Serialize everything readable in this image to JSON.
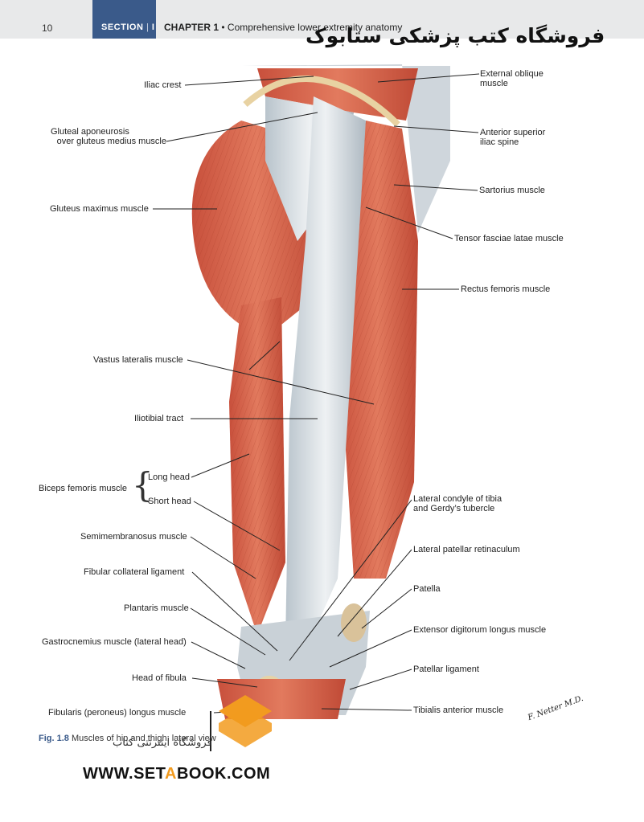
{
  "header": {
    "page_number": "10",
    "section": "SECTION",
    "section_numeral": "I",
    "chapter": "CHAPTER 1",
    "bullet": "•",
    "chapter_title": "Comprehensive lower extremity anatomy"
  },
  "watermark": {
    "top_text": "فروشگاه کتب پزشکی ستابوک",
    "logo_sub": "فروشگاه اینترنتی کتاب",
    "url_pre": "WWW.SET",
    "url_accent": "A",
    "url_post": "BOOK.COM"
  },
  "labels_left": {
    "iliac_crest": "Iliac crest",
    "gluteal_aponeurosis_1": "Gluteal aponeurosis",
    "gluteal_aponeurosis_2": "over gluteus medius muscle",
    "gluteus_maximus": "Gluteus maximus muscle",
    "vastus_lateralis": "Vastus lateralis muscle",
    "iliotibial_tract": "Iliotibial tract",
    "biceps_femoris": "Biceps femoris muscle",
    "long_head": "Long head",
    "short_head": "Short head",
    "semimembranosus": "Semimembranosus muscle",
    "fibular_collateral": "Fibular collateral ligament",
    "plantaris": "Plantaris muscle",
    "gastrocnemius": "Gastrocnemius muscle (lateral head)",
    "head_of_fibula": "Head of fibula",
    "fibularis_longus": "Fibularis (peroneus) longus muscle"
  },
  "labels_right": {
    "external_oblique_1": "External oblique",
    "external_oblique_2": "muscle",
    "asis_1": "Anterior superior",
    "asis_2": "iliac spine",
    "sartorius": "Sartorius muscle",
    "tensor_fasciae": "Tensor fasciae latae muscle",
    "rectus_femoris": "Rectus femoris muscle",
    "lateral_condyle_1": "Lateral condyle of tibia",
    "lateral_condyle_2": "and Gerdy’s tubercle",
    "lateral_patellar": "Lateral patellar retinaculum",
    "patella": "Patella",
    "extensor_digitorum": "Extensor digitorum longus muscle",
    "patellar_ligament": "Patellar ligament",
    "tibialis_anterior": "Tibialis anterior muscle"
  },
  "caption": {
    "fig": "Fig. 1.8",
    "text": "Muscles of hip and thigh: lateral view"
  },
  "signature": "F. Netter M.D."
}
